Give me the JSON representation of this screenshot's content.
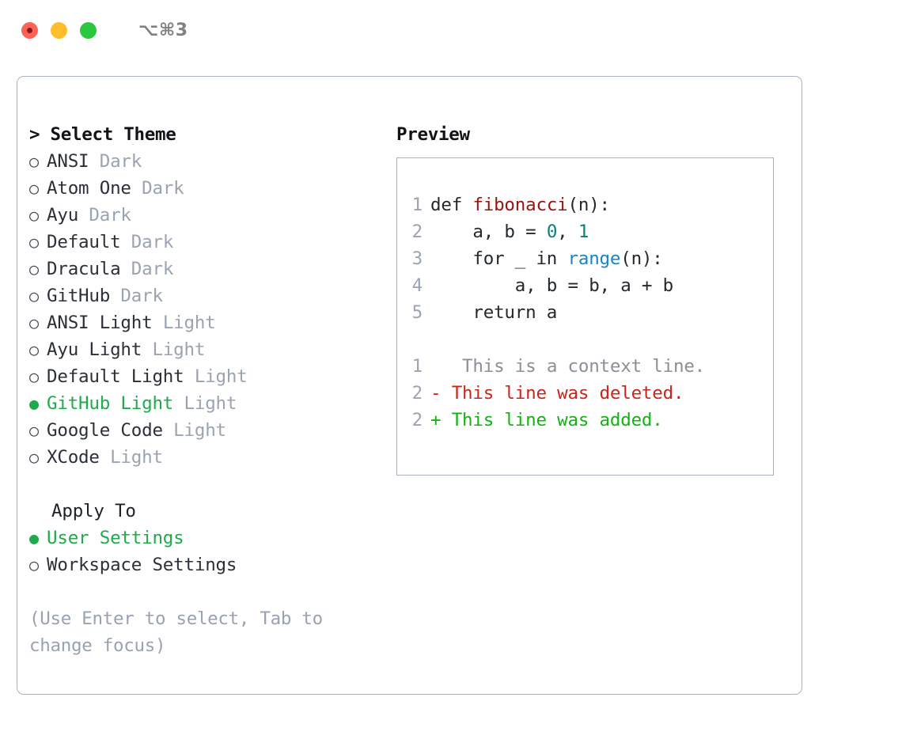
{
  "window": {
    "shortcut": "⌥⌘3",
    "traffic_lights": [
      "close-button",
      "minimize-button",
      "zoom-button"
    ]
  },
  "theme_picker": {
    "caret": ">",
    "title": "Select Theme",
    "bullet_unselected": "○",
    "bullet_selected": "●",
    "selected_theme": "GitHub Light",
    "accent_color": "#1faa4c",
    "items": [
      {
        "name": "ANSI",
        "tag": "Dark",
        "selected": false
      },
      {
        "name": "Atom One",
        "tag": "Dark",
        "selected": false
      },
      {
        "name": "Ayu",
        "tag": "Dark",
        "selected": false
      },
      {
        "name": "Default",
        "tag": "Dark",
        "selected": false
      },
      {
        "name": "Dracula",
        "tag": "Dark",
        "selected": false
      },
      {
        "name": "GitHub",
        "tag": "Dark",
        "selected": false
      },
      {
        "name": "ANSI Light",
        "tag": "Light",
        "selected": false
      },
      {
        "name": "Ayu Light",
        "tag": "Light",
        "selected": false
      },
      {
        "name": "Default Light",
        "tag": "Light",
        "selected": false
      },
      {
        "name": "GitHub Light",
        "tag": "Light",
        "selected": true
      },
      {
        "name": "Google Code",
        "tag": "Light",
        "selected": false
      },
      {
        "name": "XCode",
        "tag": "Light",
        "selected": false
      }
    ]
  },
  "apply_to": {
    "label": "Apply To",
    "selected_option": "User Settings",
    "options": [
      {
        "name": "User Settings",
        "selected": true
      },
      {
        "name": "Workspace Settings",
        "selected": false
      }
    ]
  },
  "hint": {
    "text": "(Use Enter to select, Tab to change focus)"
  },
  "preview": {
    "title": "Preview",
    "code_lines": [
      {
        "number": "1",
        "segments": [
          {
            "text": "def ",
            "token": "plain"
          },
          {
            "text": "fibonacci",
            "token": "function"
          },
          {
            "text": "(n):",
            "token": "plain"
          }
        ]
      },
      {
        "number": "2",
        "segments": [
          {
            "text": "    a, b = ",
            "token": "plain"
          },
          {
            "text": "0",
            "token": "number"
          },
          {
            "text": ", ",
            "token": "plain"
          },
          {
            "text": "1",
            "token": "number"
          }
        ]
      },
      {
        "number": "3",
        "segments": [
          {
            "text": "    for _ in ",
            "token": "plain"
          },
          {
            "text": "range",
            "token": "builtin"
          },
          {
            "text": "(n):",
            "token": "plain"
          }
        ]
      },
      {
        "number": "4",
        "segments": [
          {
            "text": "        a, b = b, a + b",
            "token": "plain"
          }
        ]
      },
      {
        "number": "5",
        "segments": [
          {
            "text": "    return a",
            "token": "plain"
          }
        ]
      }
    ],
    "diff_lines": [
      {
        "number": "1",
        "marker": " ",
        "text": "  This is a context line.",
        "kind": "context"
      },
      {
        "number": "2",
        "marker": "-",
        "text": " This line was deleted.",
        "kind": "deleted"
      },
      {
        "number": "2",
        "marker": "+",
        "text": " This line was added.",
        "kind": "added"
      }
    ],
    "colors": {
      "function": "#9e1111",
      "number": "#0b7d77",
      "builtin": "#1a84c7",
      "plain": "#24292e",
      "context": "#8a8f98",
      "deleted": "#cc2418",
      "added": "#12b312",
      "line_number": "#9aa4b4"
    }
  }
}
